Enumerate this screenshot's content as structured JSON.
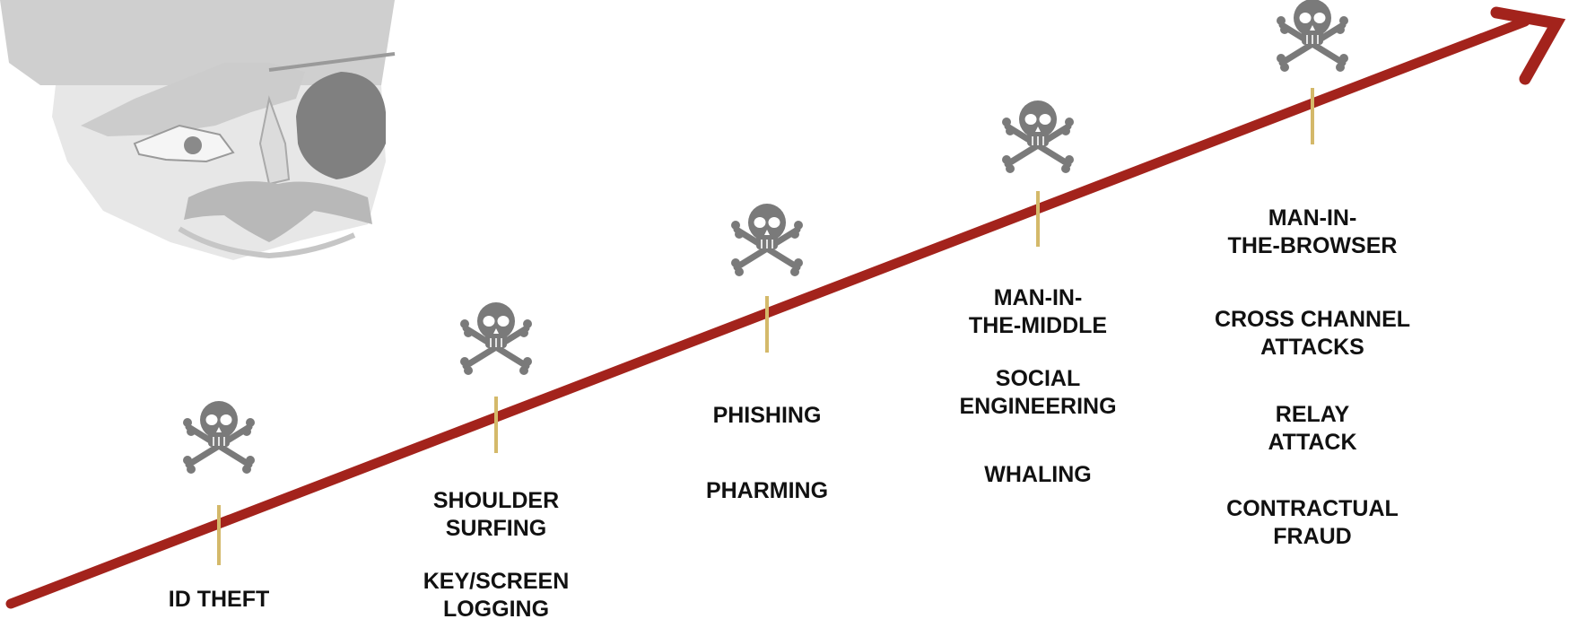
{
  "colors": {
    "arrow": "#a3231c",
    "marker": "#d4b96a",
    "skull": "#7a7a7a",
    "portrait": "#d0d0d0",
    "text": "#111111"
  },
  "icons": {
    "pirate": "pirate-portrait-icon",
    "stage": "skull-crossbones-icon"
  },
  "stages": [
    {
      "labels": [
        "ID THEFT"
      ]
    },
    {
      "labels": [
        "SHOULDER\nSURFING",
        "KEY/SCREEN\nLOGGING"
      ]
    },
    {
      "labels": [
        "PHISHING",
        "PHARMING"
      ]
    },
    {
      "labels": [
        "MAN-IN-\nTHE-MIDDLE",
        "SOCIAL\nENGINEERING",
        "WHALING"
      ]
    },
    {
      "labels": [
        "MAN-IN-\nTHE-BROWSER",
        "CROSS CHANNEL\nATTACKS",
        "RELAY\nATTACK",
        "CONTRACTUAL\nFRAUD"
      ]
    }
  ]
}
